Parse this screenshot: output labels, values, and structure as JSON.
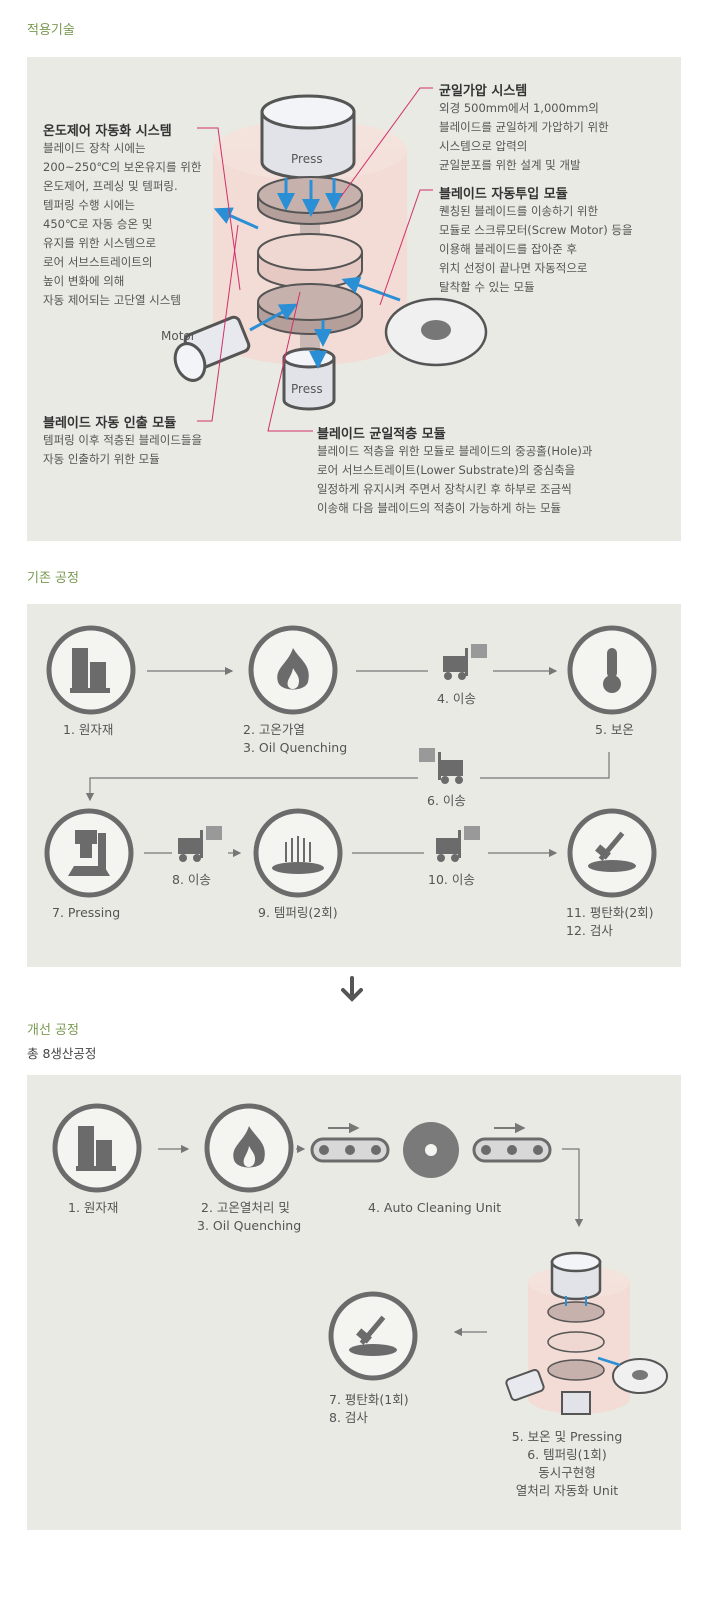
{
  "sections": {
    "applied": "적용기술",
    "existing": "기존 공정",
    "improved": "개선 공정",
    "improved_sub": "총 8생산공정"
  },
  "applied": {
    "press_top": "Press",
    "press_bottom": "Press",
    "motor": "Motor",
    "temp": {
      "title": "온도제어 자동화 시스템",
      "lines": [
        "블레이드 장착 시에는",
        "200~250℃의 보온유지를 위한",
        "온도제어, 프레싱 및 템퍼링.",
        "템퍼링 수행 시에는",
        "450℃로 자동 승온 및",
        "유지를 위한 시스템으로",
        "로어 서브스트레이트의",
        "높이 변화에 의해",
        "자동 제어되는 고단열 시스템"
      ]
    },
    "pressure": {
      "title": "균일가압 시스템",
      "lines": [
        "외경 500mm에서 1,000mm의",
        "블레이드를 균일하게 가압하기 위한",
        "시스템으로 압력의",
        "균일분포를 위한 설계 및 개발"
      ]
    },
    "feed": {
      "title": "블레이드 자동투입 모듈",
      "lines": [
        "퀜칭된 블레이드를 이송하기 위한",
        "모듈로 스크류모터(Screw Motor) 등을",
        "이용해 블레이드를 잡아준 후",
        "위치 선정이 끝나면 자동적으로",
        "탈착할 수 있는 모듈"
      ]
    },
    "eject": {
      "title": "블레이드 자동 인출 모듈",
      "lines": [
        "템퍼링 이후 적층된 블레이드들을",
        "자동 인출하기 위한 모듈"
      ]
    },
    "stack": {
      "title": "블레이드 균일적층 모듈",
      "lines": [
        "블레이드 적층을 위한 모듈로 블레이드의 중공홀(Hole)과",
        "로어 서브스트레이트(Lower Substrate)의 중심축을",
        "일정하게 유지시켜 주면서 장착시킨 후 하부로 조금씩",
        "이송해 다음 블레이드의 적층이 가능하게 하는 모듈"
      ]
    }
  },
  "existing": {
    "s1": "1. 원자재",
    "s2a": "2. 고온가열",
    "s2b": "3. Oil Quenching",
    "s4": "4. 이송",
    "s5": "5. 보온",
    "s6": "6. 이송",
    "s7": "7. Pressing",
    "s8": "8. 이송",
    "s9": "9. 템퍼링(2회)",
    "s10": "10. 이송",
    "s11a": "11. 평탄화(2회)",
    "s11b": "12. 검사"
  },
  "improved": {
    "s1": "1. 원자재",
    "s2a": "2. 고온열처리 및",
    "s2b": "3. Oil Quenching",
    "s4": "4. Auto Cleaning Unit",
    "s5a": "5. 보온 및 Pressing",
    "s5b": "6. 템퍼링(1회)",
    "s5c": "동시구현형",
    "s5d": "열처리 자동화 Unit",
    "s7a": "7. 평탄화(1회)",
    "s7b": "8. 검사"
  },
  "colors": {
    "accent_green": "#7a9a52",
    "panel_bg": "#e8eae3",
    "leader_pink": "#d2306a",
    "arrow_blue": "#2b8fd6",
    "icon_gray": "#6b6b6b",
    "oven_pink": "#f3d9d2"
  }
}
